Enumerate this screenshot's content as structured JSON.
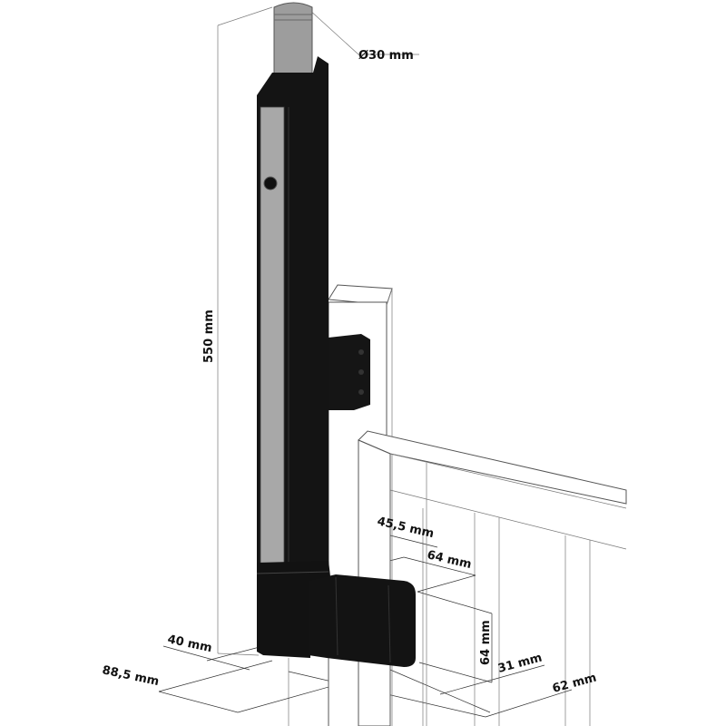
{
  "title": "Gate closer dimension drawing",
  "colors": {
    "body": "#141414",
    "stripe": "#a8a8a8",
    "rod": "#9a9a9a",
    "lines": "#777777"
  },
  "dimensions": {
    "rod_diameter": "Ø30 mm",
    "height": "550 mm",
    "arm_offset": "45,5 mm",
    "arm_length": "64 mm",
    "arm_height": "64 mm",
    "arm_depth": "31 mm",
    "arm_width": "62 mm",
    "body_width": "40 mm",
    "body_depth": "88,5 mm"
  }
}
